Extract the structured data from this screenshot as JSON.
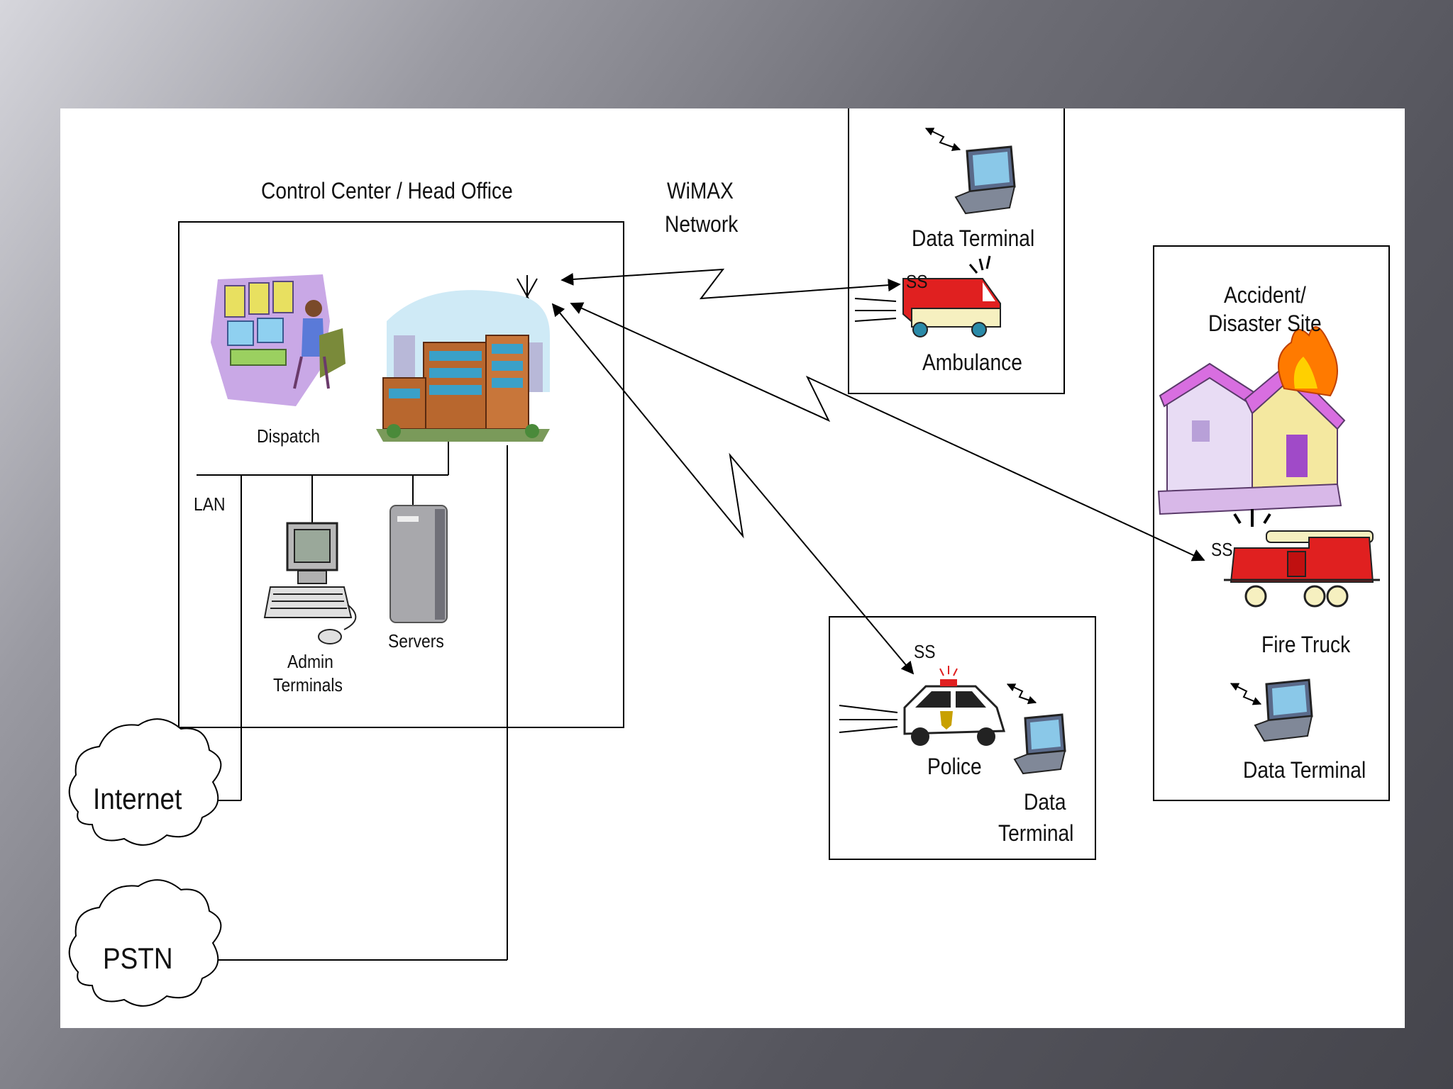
{
  "diagram": {
    "control_center": {
      "title": "Control Center / Head Office",
      "dispatch_label": "Dispatch",
      "lan_label": "LAN",
      "admin_label_line1": "Admin",
      "admin_label_line2": "Terminals",
      "servers_label": "Servers"
    },
    "network": {
      "line1": "WiMAX",
      "line2": "Network"
    },
    "ambulance_box": {
      "data_terminal_label": "Data Terminal",
      "ss_label": "SS",
      "ambulance_label": "Ambulance"
    },
    "accident_box": {
      "title_line1": "Accident/",
      "title_line2": "Disaster Site",
      "ss_label": "SS",
      "fire_truck_label": "Fire Truck",
      "data_terminal_label": "Data Terminal"
    },
    "police_box": {
      "ss_label": "SS",
      "police_label": "Police",
      "data_terminal_line1": "Data",
      "data_terminal_line2": "Terminal"
    },
    "clouds": {
      "internet": "Internet",
      "pstn": "PSTN"
    },
    "colors": {
      "line": "#000000",
      "building_brick": "#b8672e",
      "window": "#3aa0c8",
      "fire": "#ff7a00",
      "house_roof": "#d86ee0",
      "truck_red": "#e02020",
      "server_gray": "#a8a8ac"
    },
    "icons": [
      "dispatcher-icon",
      "office-building-icon",
      "antenna-icon",
      "computer-icon",
      "server-icon",
      "laptop-icon",
      "ambulance-icon",
      "police-car-icon",
      "fire-truck-icon",
      "burning-house-icon",
      "wireless-arrow-icon",
      "cloud-icon"
    ]
  }
}
